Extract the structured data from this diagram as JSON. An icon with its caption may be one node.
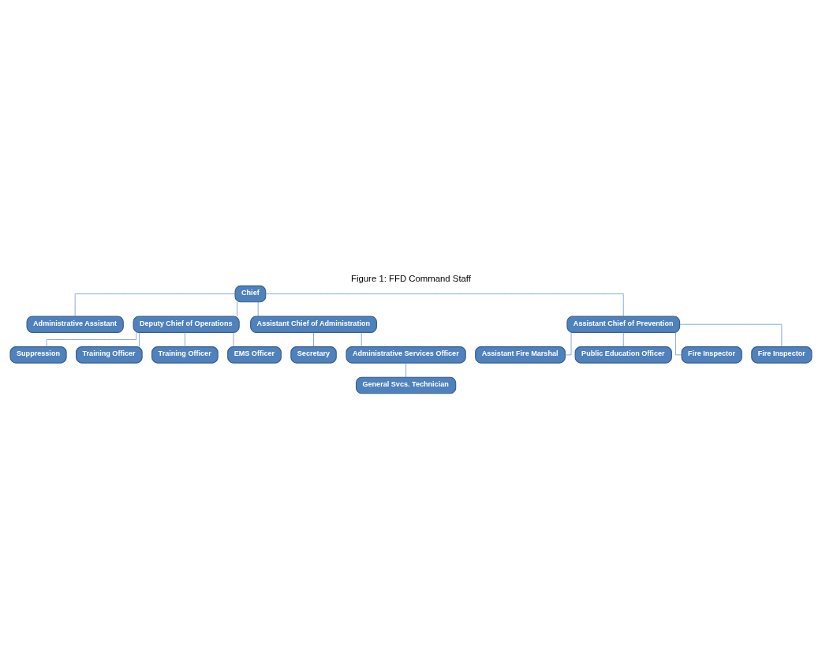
{
  "diagram": {
    "title": "Figure 1: FFD Command Staff",
    "nodes": [
      {
        "text": [
          "Chief"
        ]
      },
      {
        "text": [
          "Administrative Assistant"
        ]
      },
      {
        "text": [
          "Deputy Chief of Operations"
        ]
      },
      {
        "text": [
          "Assistant Chief of Administration"
        ]
      },
      {
        "text": [
          "Assistant Chief of Prevention"
        ]
      },
      {
        "text": [
          "Suppression"
        ]
      },
      {
        "text": [
          "Training Officer"
        ]
      },
      {
        "text": [
          "Training Officer"
        ]
      },
      {
        "text": [
          "EMS Officer"
        ]
      },
      {
        "text": [
          "Secretary"
        ]
      },
      {
        "text": [
          "Administrative Services Officer"
        ]
      },
      {
        "text": [
          "General Svcs. Technician"
        ]
      },
      {
        "text": [
          "Assistant Fire Marshal"
        ]
      },
      {
        "text": [
          "Public Education Officer"
        ]
      },
      {
        "text": [
          "Fire Inspector"
        ]
      },
      {
        "text": [
          "Fire Inspector"
        ]
      }
    ],
    "edges": [
      {
        "from": 0,
        "to": 1,
        "arrow": "none"
      },
      {
        "from": 0,
        "to": 2,
        "arrow": "none"
      },
      {
        "from": 0,
        "to": 3,
        "arrow": "none"
      },
      {
        "from": 0,
        "to": 4,
        "arrow": "none"
      },
      {
        "from": 2,
        "to": 5,
        "arrow": "none"
      },
      {
        "from": 2,
        "to": 6,
        "arrow": "none"
      },
      {
        "from": 2,
        "to": 7,
        "arrow": "none"
      },
      {
        "from": 2,
        "to": 8,
        "arrow": "none"
      },
      {
        "from": 3,
        "to": 9,
        "arrow": "none"
      },
      {
        "from": 3,
        "to": 10,
        "arrow": "none"
      },
      {
        "from": 10,
        "to": 11,
        "arrow": "none"
      },
      {
        "from": 4,
        "to": 12,
        "arrow": "none"
      },
      {
        "from": 4,
        "to": 13,
        "arrow": "none"
      },
      {
        "from": 4,
        "to": 14,
        "arrow": "none"
      },
      {
        "from": 4,
        "to": 15,
        "arrow": "none"
      }
    ]
  }
}
